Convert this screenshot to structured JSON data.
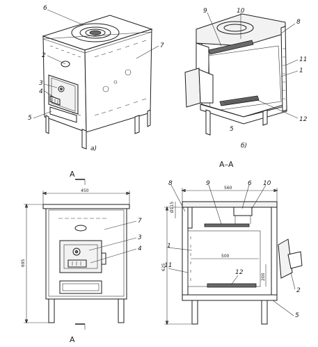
{
  "labels": {
    "l1": "1",
    "l2": "2",
    "l3": "3",
    "l4": "4",
    "l5": "5",
    "l6": "6",
    "l7": "7",
    "l8": "8",
    "l9": "9",
    "l10": "10",
    "l11": "11",
    "l12": "12"
  },
  "captions": {
    "a": "a)",
    "b": "б)"
  },
  "section": {
    "title": "А–А",
    "marker": "А"
  },
  "dimensions": {
    "width_front": "450",
    "height_front": "695",
    "depth_side": "560",
    "height_side": "625",
    "pipe": "Ø115",
    "inner": "500",
    "inner_h": "200"
  }
}
